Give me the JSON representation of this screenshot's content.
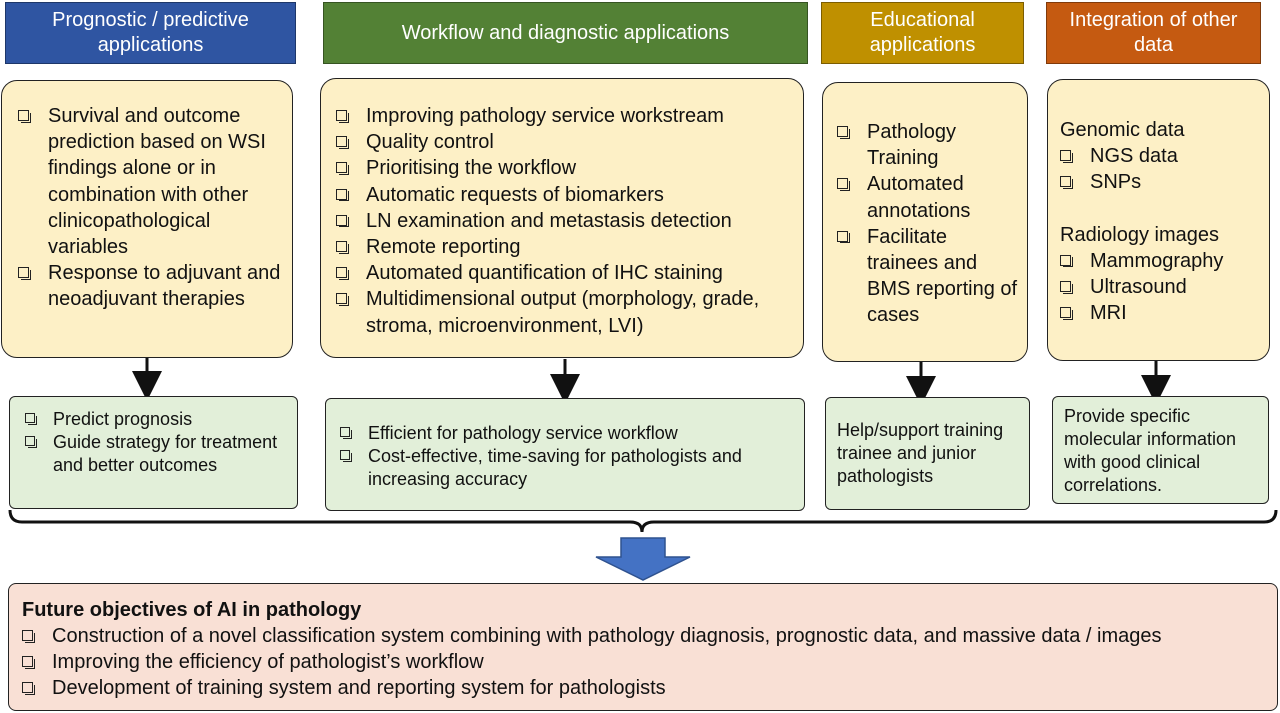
{
  "colors": {
    "header_prognostic": "#2f55a2",
    "header_workflow": "#538135",
    "header_educational": "#bf9000",
    "header_integration": "#c55a11",
    "yellow_box": "#fdf0c6",
    "green_box": "#e2efd9",
    "pink_box": "#f9e0d5",
    "arrow_blue": "#4472c4"
  },
  "columns": {
    "prognostic": {
      "header": "Prognostic / predictive applications",
      "items": [
        "Survival and outcome prediction based on WSI findings alone or in combination with other clinicopathological variables",
        "Response to adjuvant and neoadjuvant therapies"
      ],
      "outcomes": [
        "Predict prognosis",
        "Guide strategy for treatment and better outcomes"
      ]
    },
    "workflow": {
      "header": "Workflow and diagnostic applications",
      "items": [
        "Improving pathology service workstream",
        "Quality control",
        "Prioritising the workflow",
        "Automatic requests of biomarkers",
        "LN examination and metastasis detection",
        "Remote reporting",
        "Automated quantification of IHC staining",
        "Multidimensional output (morphology, grade, stroma, microenvironment, LVI)"
      ],
      "outcomes": [
        "Efficient for pathology service workflow",
        "Cost-effective, time-saving for pathologists and increasing accuracy"
      ]
    },
    "educational": {
      "header": "Educational applications",
      "items": [
        "Pathology Training",
        "Automated annotations",
        "Facilitate trainees and BMS reporting of cases"
      ],
      "outcome": "Help/support training trainee and junior pathologists"
    },
    "integration": {
      "header": "Integration of other data",
      "genomic_title": "Genomic data",
      "genomic_items": [
        "NGS data",
        "SNPs"
      ],
      "radiology_title": "Radiology images",
      "radiology_items": [
        "Mammography",
        "Ultrasound",
        "MRI"
      ],
      "outcome": "Provide specific molecular information with good clinical correlations."
    }
  },
  "future": {
    "title": "Future objectives of AI in pathology",
    "items": [
      "Construction of a novel classification system combining with pathology diagnosis, prognostic data, and massive data / images",
      "Improving the efficiency of pathologist’s workflow",
      "Development of training system and reporting system for pathologists"
    ]
  }
}
